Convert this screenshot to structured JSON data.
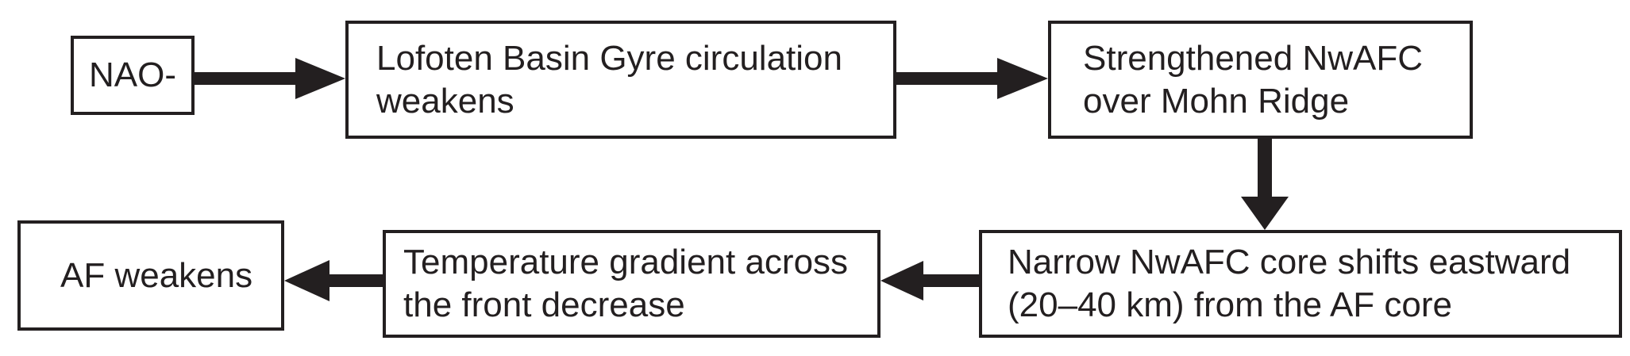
{
  "colors": {
    "stroke": "#231f20",
    "background": "#ffffff"
  },
  "nodes": [
    {
      "id": "n1",
      "label": "NAO-"
    },
    {
      "id": "n2",
      "label": "Lofoten Basin Gyre circulation weakens"
    },
    {
      "id": "n3",
      "label": "Strengthened NwAFC over Mohn Ridge"
    },
    {
      "id": "n4",
      "label": "Narrow NwAFC core shifts eastward (20–40 km) from the AF core"
    },
    {
      "id": "n5",
      "label": "Temperature gradient across the front decrease"
    },
    {
      "id": "n6",
      "label": "AF weakens"
    }
  ],
  "edges": [
    {
      "from": "n1",
      "to": "n2"
    },
    {
      "from": "n2",
      "to": "n3"
    },
    {
      "from": "n3",
      "to": "n4"
    },
    {
      "from": "n4",
      "to": "n5"
    },
    {
      "from": "n5",
      "to": "n6"
    }
  ]
}
